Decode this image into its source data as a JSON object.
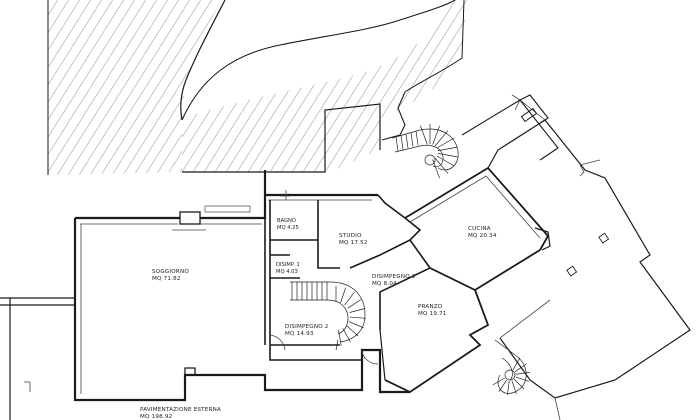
{
  "rooms": {
    "bagno": {
      "name": "BAGNO",
      "area": "MQ 4.25"
    },
    "studio": {
      "name": "STUDIO",
      "area": "MQ 17.52"
    },
    "cucina": {
      "name": "CUCINA",
      "area": "MQ 20.34"
    },
    "soggiorno": {
      "name": "SOGGIORNO",
      "area": "MQ 71.82"
    },
    "disimp1": {
      "name": "DISIMP. 1",
      "area": "MQ 4.03"
    },
    "disimpegno3": {
      "name": "DISIMPEGNO 3",
      "area": "MQ 8.04"
    },
    "disimpegno2": {
      "name": "DISIMPEGNO 2",
      "area": "MQ 14.93"
    },
    "pranzo": {
      "name": "PRANZO",
      "area": "MQ 19.71"
    },
    "pavimentazione": {
      "name": "PAVIMENTAZIONE ESTERNA",
      "area": "MQ 198.92"
    }
  },
  "colors": {
    "line": "#1a1a1a",
    "hatch": "#9a9a9a",
    "background": "#ffffff"
  }
}
